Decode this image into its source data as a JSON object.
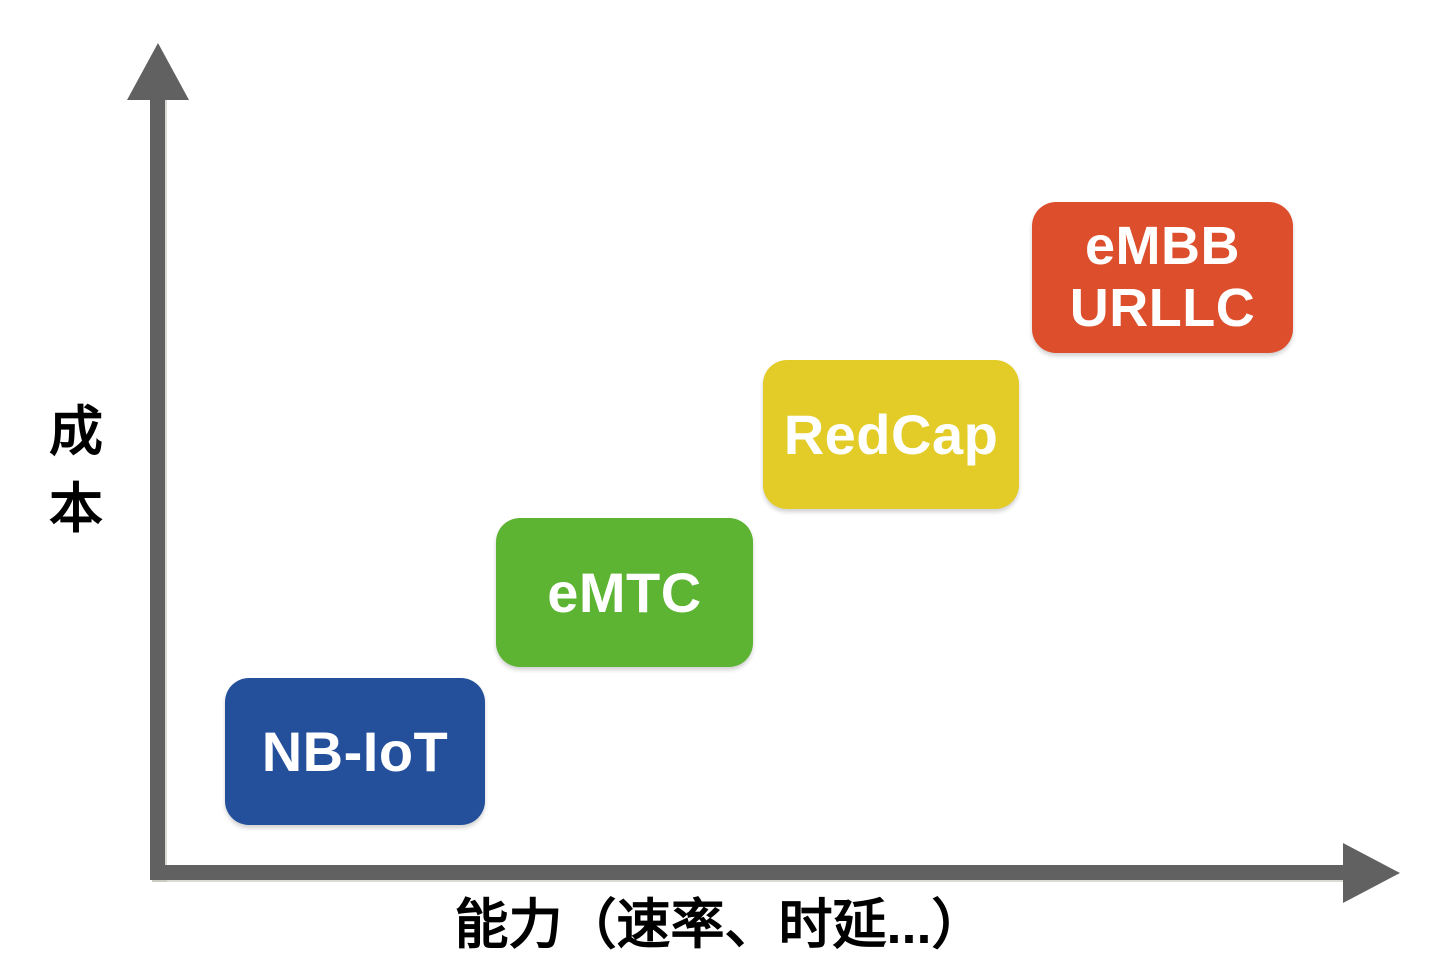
{
  "diagram": {
    "background_color": "#ffffff",
    "axes": {
      "color": "#616161",
      "label_color": "#000000",
      "y_label": "成本",
      "x_label": "能力（速率、时延...）"
    },
    "boxes": [
      {
        "label": "NB-IoT",
        "color": "#24509B",
        "text_color": "#ffffff"
      },
      {
        "label": "eMTC",
        "color": "#5CB432",
        "text_color": "#ffffff"
      },
      {
        "label": "RedCap",
        "color": "#E3CC28",
        "text_color": "#ffffff"
      },
      {
        "label": "eMBB\nURLLC",
        "color": "#DC4E2C",
        "text_color": "#ffffff"
      }
    ]
  }
}
